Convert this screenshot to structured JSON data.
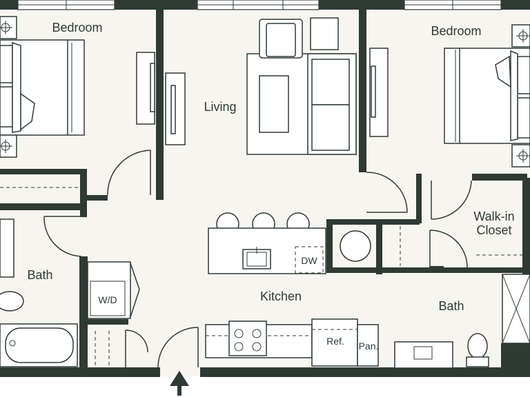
{
  "colors": {
    "floor": "#f7f5ef",
    "wall": "#2f3a35",
    "background": "#ffffff"
  },
  "rooms": {
    "bedroom_left": "Bedroom",
    "living": "Living",
    "bedroom_right": "Bedroom",
    "walkin_closet_line1": "Walk-in",
    "walkin_closet_line2": "Closet",
    "bath_left": "Bath",
    "kitchen": "Kitchen",
    "bath_right": "Bath"
  },
  "fixtures": {
    "washer_dryer": "W/D",
    "dishwasher": "DW",
    "refrigerator": "Ref.",
    "pantry": "Pan."
  },
  "icons": {
    "entry": "entry-arrow-icon",
    "outlet": "ceiling-fixture-icon"
  }
}
